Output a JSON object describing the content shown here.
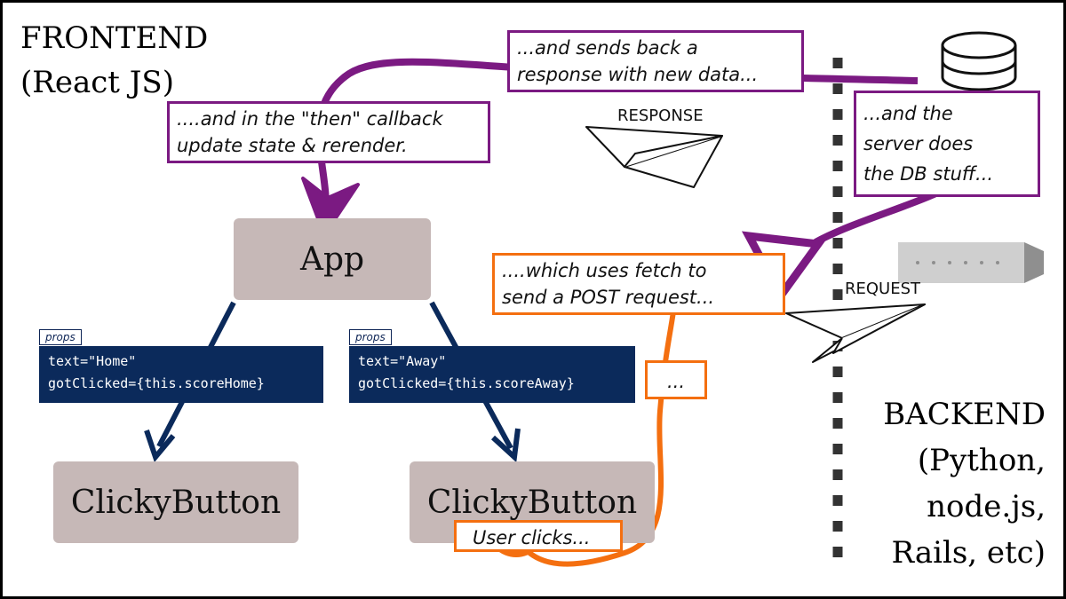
{
  "frontend": {
    "line1": "FRONTEND",
    "line2": "(React JS)"
  },
  "backend": {
    "line1": "BACKEND",
    "line2": "(Python,",
    "line3": "node.js,",
    "line4": "Rails, etc)"
  },
  "nodes": {
    "app": "App",
    "button_left": "ClickyButton",
    "button_right": "ClickyButton"
  },
  "props": {
    "tag": "props",
    "left_line1": "text=\"Home\"",
    "left_line2": "gotClicked={this.scoreHome}",
    "right_line1": "text=\"Away\"",
    "right_line2": "gotClicked={this.scoreAway}"
  },
  "callouts": {
    "then_callback_line1": "....and in the \"then\" callback",
    "then_callback_line2": "update state & rerender.",
    "sends_back_line1": "...and sends back a",
    "sends_back_line2": "response with new data...",
    "server_line1": "...and the",
    "server_line2": "server does",
    "server_line3": "the DB stuff...",
    "fetch_line1": "....which uses fetch to",
    "fetch_line2": "send a POST request...",
    "ellipsis": "...",
    "user_clicks": "User clicks..."
  },
  "labels": {
    "response": "RESPONSE",
    "request": "REQUEST"
  },
  "colors": {
    "purple": "#7b1a82",
    "orange": "#f46f10",
    "navy": "#0b2a5b",
    "node_fill": "#c6b8b7",
    "server_gray": "#cfcfcf"
  },
  "icons": [
    "paper-plane-icon",
    "database-icon",
    "server-icon"
  ]
}
